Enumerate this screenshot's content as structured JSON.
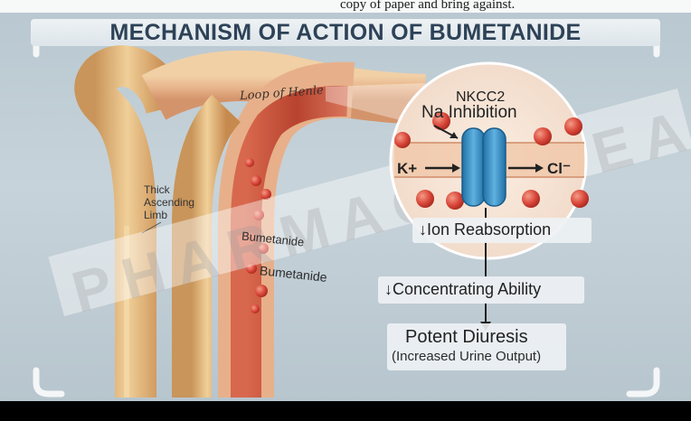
{
  "page": {
    "top_text": "copy of paper and bring against.",
    "title": "MECHANISM OF ACTION OF BUMETANIDE",
    "watermark": "PHARMACYFREAK"
  },
  "tubule": {
    "loop_label": "Loop of Henle",
    "thick_limb_label": "Thick\nAscending\nLimb",
    "drug_label_1": "Bumetanide",
    "drug_label_2": "Bumetanide"
  },
  "cell_inset": {
    "transporter": "NKCC2",
    "na_label": "Na Inhibition",
    "k_label": "K+",
    "cl_label": "Cl⁻"
  },
  "flow": {
    "step1": "↓Ion Reabsorption",
    "step2": "↓Concentrating Ability",
    "result_title": "Potent Diuresis",
    "result_sub": "(Increased Urine Output)"
  },
  "colors": {
    "tubule_tan": "#e4b97d",
    "tubule_red": "#c7553e",
    "transporter_blue": "#3d8fc4",
    "ion_red": "#d9473a",
    "title_text": "#2d4257"
  }
}
